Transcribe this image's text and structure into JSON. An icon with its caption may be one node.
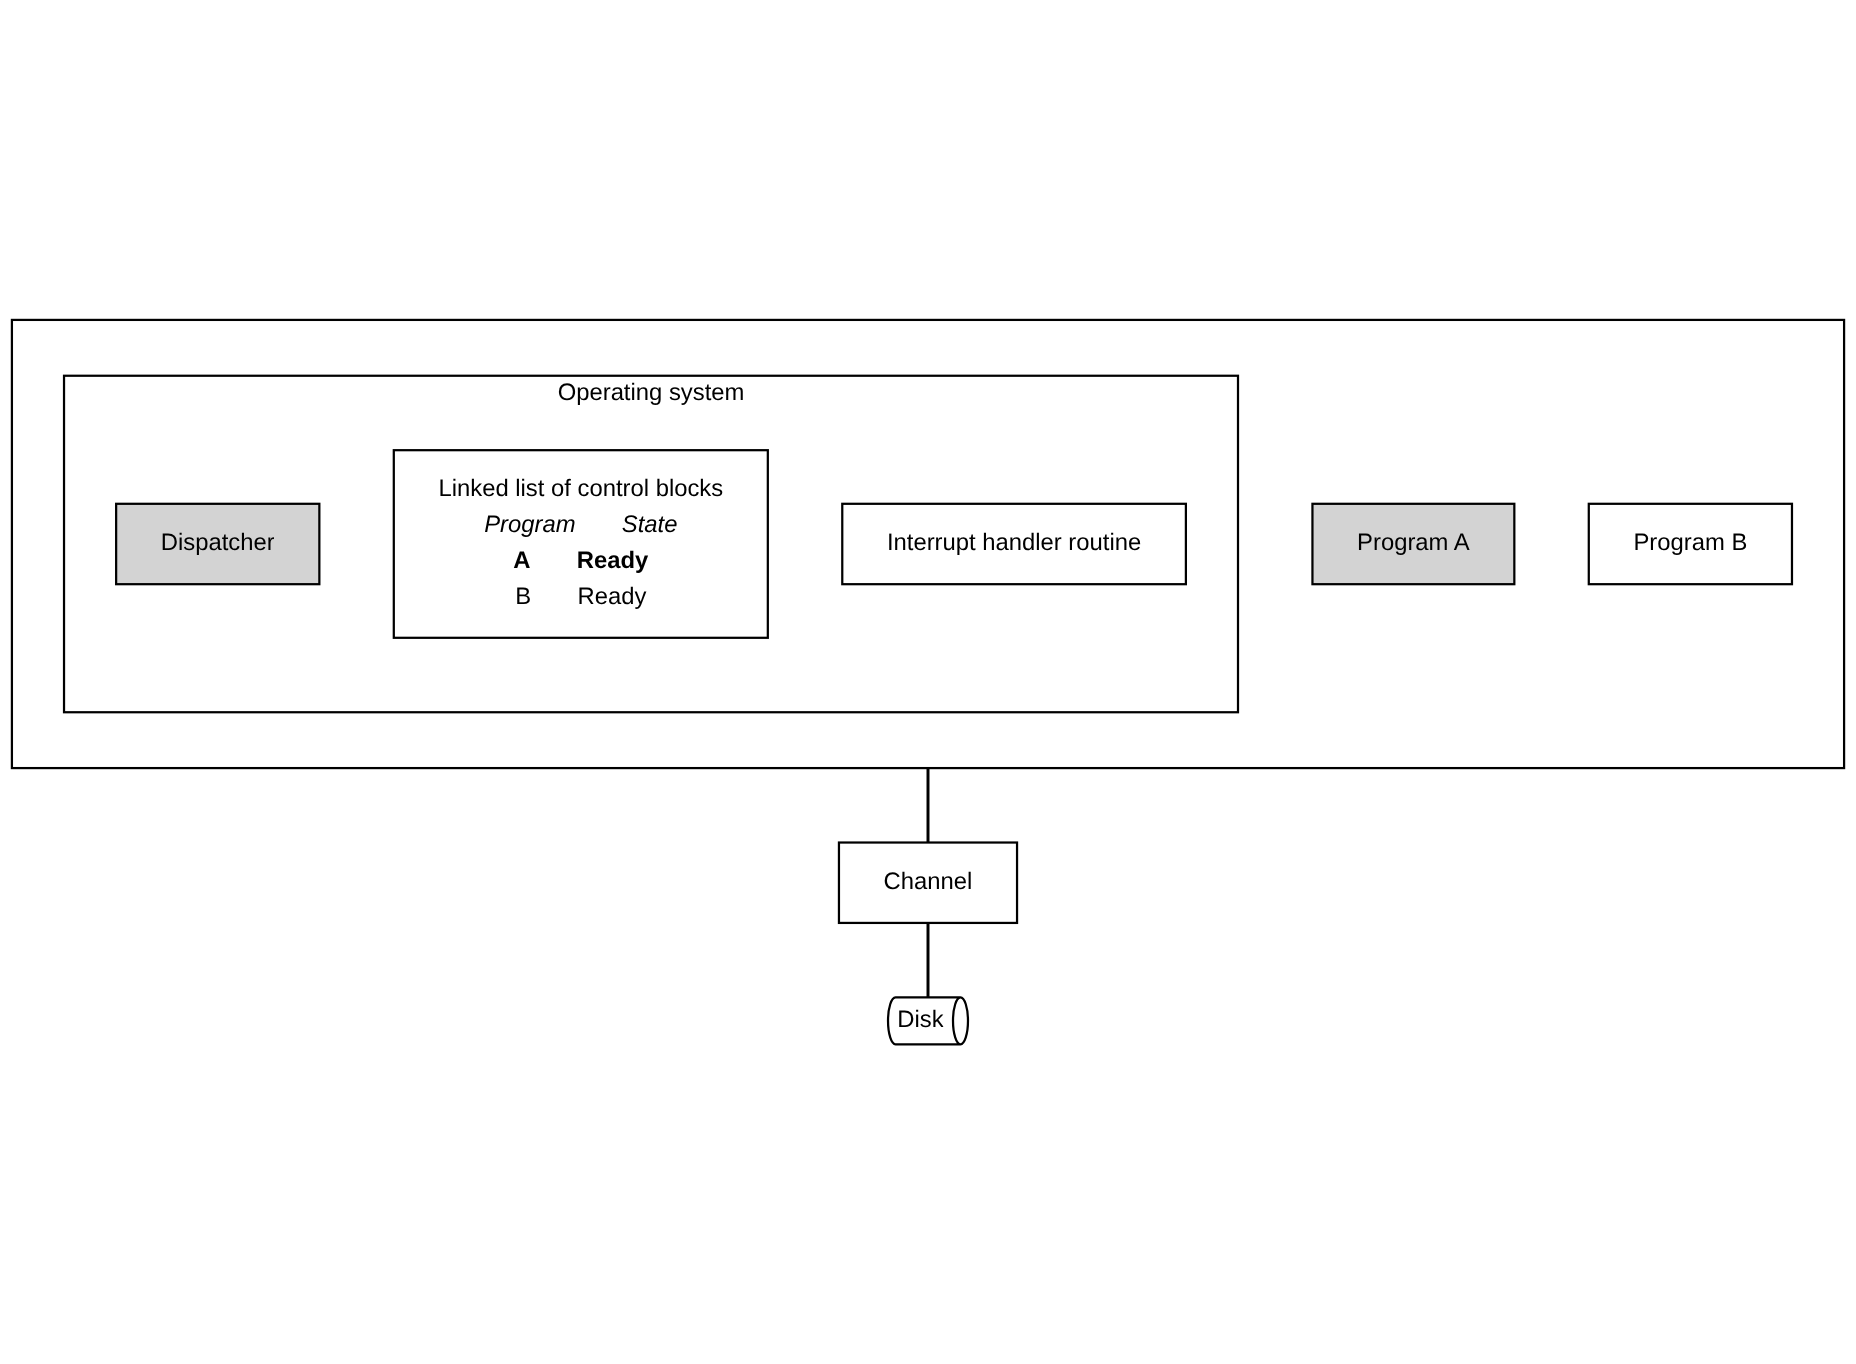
{
  "diagram": {
    "nodes": [
      {
        "text": [],
        "shape": "box"
      },
      {
        "text": [
          "Operating system"
        ],
        "in": 0
      },
      {
        "text": [
          "Dispatcher"
        ],
        "in": 1
      },
      {
        "text": [
          "Linked list of control blocks",
          "Program",
          "State",
          "A",
          "Ready",
          "B",
          "Ready"
        ],
        "in": 1
      },
      {
        "text": [
          "Interrupt handler routine"
        ],
        "in": 1
      },
      {
        "text": [
          "Program A"
        ],
        "in": 0
      },
      {
        "text": [
          "Program B"
        ],
        "in": 0
      },
      {
        "text": [
          "Channel"
        ]
      },
      {
        "text": [
          "Disk"
        ]
      }
    ],
    "edges": [
      {
        "from": 0,
        "to": 7,
        "arrow": "none"
      },
      {
        "from": 7,
        "to": 8,
        "arrow": "none"
      }
    ]
  }
}
